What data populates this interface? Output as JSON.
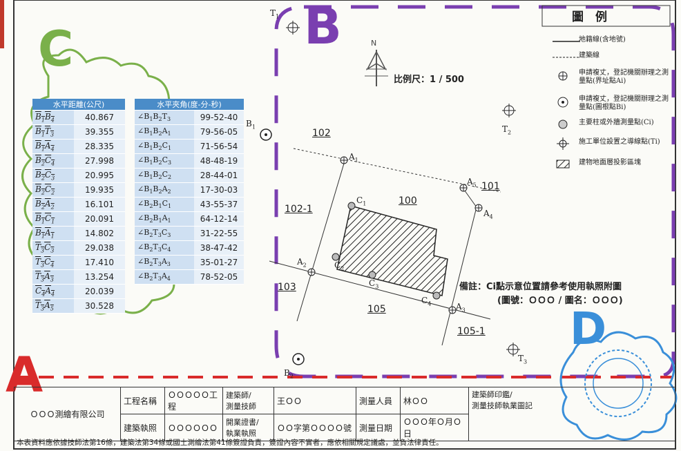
{
  "letters": {
    "a": "A",
    "b": "B",
    "c": "C",
    "d": "D"
  },
  "scale": {
    "north": "N",
    "text": "比例尺：1 / 500"
  },
  "legend": {
    "title": "圖　例",
    "items": [
      {
        "icon": "boundary-line",
        "text": "地籍線(含地號)"
      },
      {
        "icon": "building-line",
        "text": "建築線"
      },
      {
        "icon": "circle-plus-icon",
        "text": "申請複丈，登記機關辦理之測量點(界址點Ai)"
      },
      {
        "icon": "circle-dot-icon",
        "text": "申請複丈，登記機關辦理之測量點(圖根點Bi)"
      },
      {
        "icon": "double-circle-icon",
        "text": "主要柱或外牆測量點(Ci)"
      },
      {
        "icon": "crosshair-icon",
        "text": "施工單位設置之導線點(Ti)"
      },
      {
        "icon": "hatch-box-icon",
        "text": "建物地面層投影區塊"
      }
    ]
  },
  "dist_table": {
    "header": "水平距離(公尺)",
    "rows": [
      [
        "B1B4",
        "40.867"
      ],
      [
        "B1T3",
        "39.355"
      ],
      [
        "B1A4",
        "28.335"
      ],
      [
        "B2C4",
        "27.998"
      ],
      [
        "B2C3",
        "20.995"
      ],
      [
        "B2C2",
        "19.935"
      ],
      [
        "B2A2",
        "16.101"
      ],
      [
        "B1C1",
        "20.091"
      ],
      [
        "B1A1",
        "14.802"
      ],
      [
        "T3C3",
        "29.038"
      ],
      [
        "T3C4",
        "17.410"
      ],
      [
        "T3A3",
        "13.254"
      ],
      [
        "C4A4",
        "20.039"
      ],
      [
        "T3A5",
        "30.528"
      ]
    ]
  },
  "angle_table": {
    "header": "水平夾角(度-分-秒)",
    "rows": [
      [
        "∠B1B2T3",
        "99-52-40"
      ],
      [
        "∠B1B2A1",
        "79-56-05"
      ],
      [
        "∠B1B2C1",
        "71-56-54"
      ],
      [
        "∠B1B2C3",
        "48-48-19"
      ],
      [
        "∠B1B2C2",
        "28-44-01"
      ],
      [
        "∠B1B2A2",
        "17-30-03"
      ],
      [
        "∠B2B1C1",
        "43-55-37"
      ],
      [
        "∠B2B1A1",
        "64-12-14"
      ],
      [
        "∠B2T3C3",
        "31-22-55"
      ],
      [
        "∠B2T3C4",
        "38-47-42"
      ],
      [
        "∠B2T3A3",
        "35-01-27"
      ],
      [
        "∠B2T3A4",
        "78-52-05"
      ]
    ]
  },
  "map": {
    "lots": [
      "102",
      "101",
      "100",
      "102-1",
      "103",
      "105",
      "105-1"
    ],
    "points": {
      "T1": "T1",
      "T2": "T2",
      "T3": "T3",
      "B1": "B1",
      "B2": "B2",
      "A1": "A1",
      "A2": "A2",
      "A3": "A3",
      "A4": "A4",
      "A5": "A5",
      "C1": "C1",
      "C2": "C2",
      "C3": "C3",
      "C4": "C4"
    }
  },
  "note": {
    "line1": "備註：Ci點示意位置請參考使用執照附圖",
    "line2": "(圖號：ＯＯＯ / 圖名：ＯＯＯ)"
  },
  "title_block": {
    "company": "ＯＯＯ測繪有限公司",
    "project_label": "工程名稱",
    "project_value": "ＯＯＯＯＯ工程",
    "architect_label": "建築師/\n測量技師",
    "architect_value": "王ＯＯ",
    "surveyor_label": "測量人員",
    "surveyor_value": "林ＯＯ",
    "seal_label": "建築師印鑑/\n測量技師執業圖記",
    "permit_label": "建築執照",
    "permit_value": "ＯＯＯＯＯＯ",
    "start_label": "開業證書/\n執業執照",
    "start_value": "ＯＯ字第ＯＯＯＯ號",
    "date_label": "測量日期",
    "date_value": "ＯＯＯ年Ｏ月Ｏ日",
    "footer": "本表資料應依據技師法第16條，建築法第34條或國土測繪法第41條簽證負責，簽證內容不實者，應依相關規定議處，並負法律責任。"
  },
  "colors": {
    "purple": "#7a3fb0",
    "red": "#d92b2b",
    "blue": "#3a8fd9",
    "green": "#7ab04a"
  }
}
